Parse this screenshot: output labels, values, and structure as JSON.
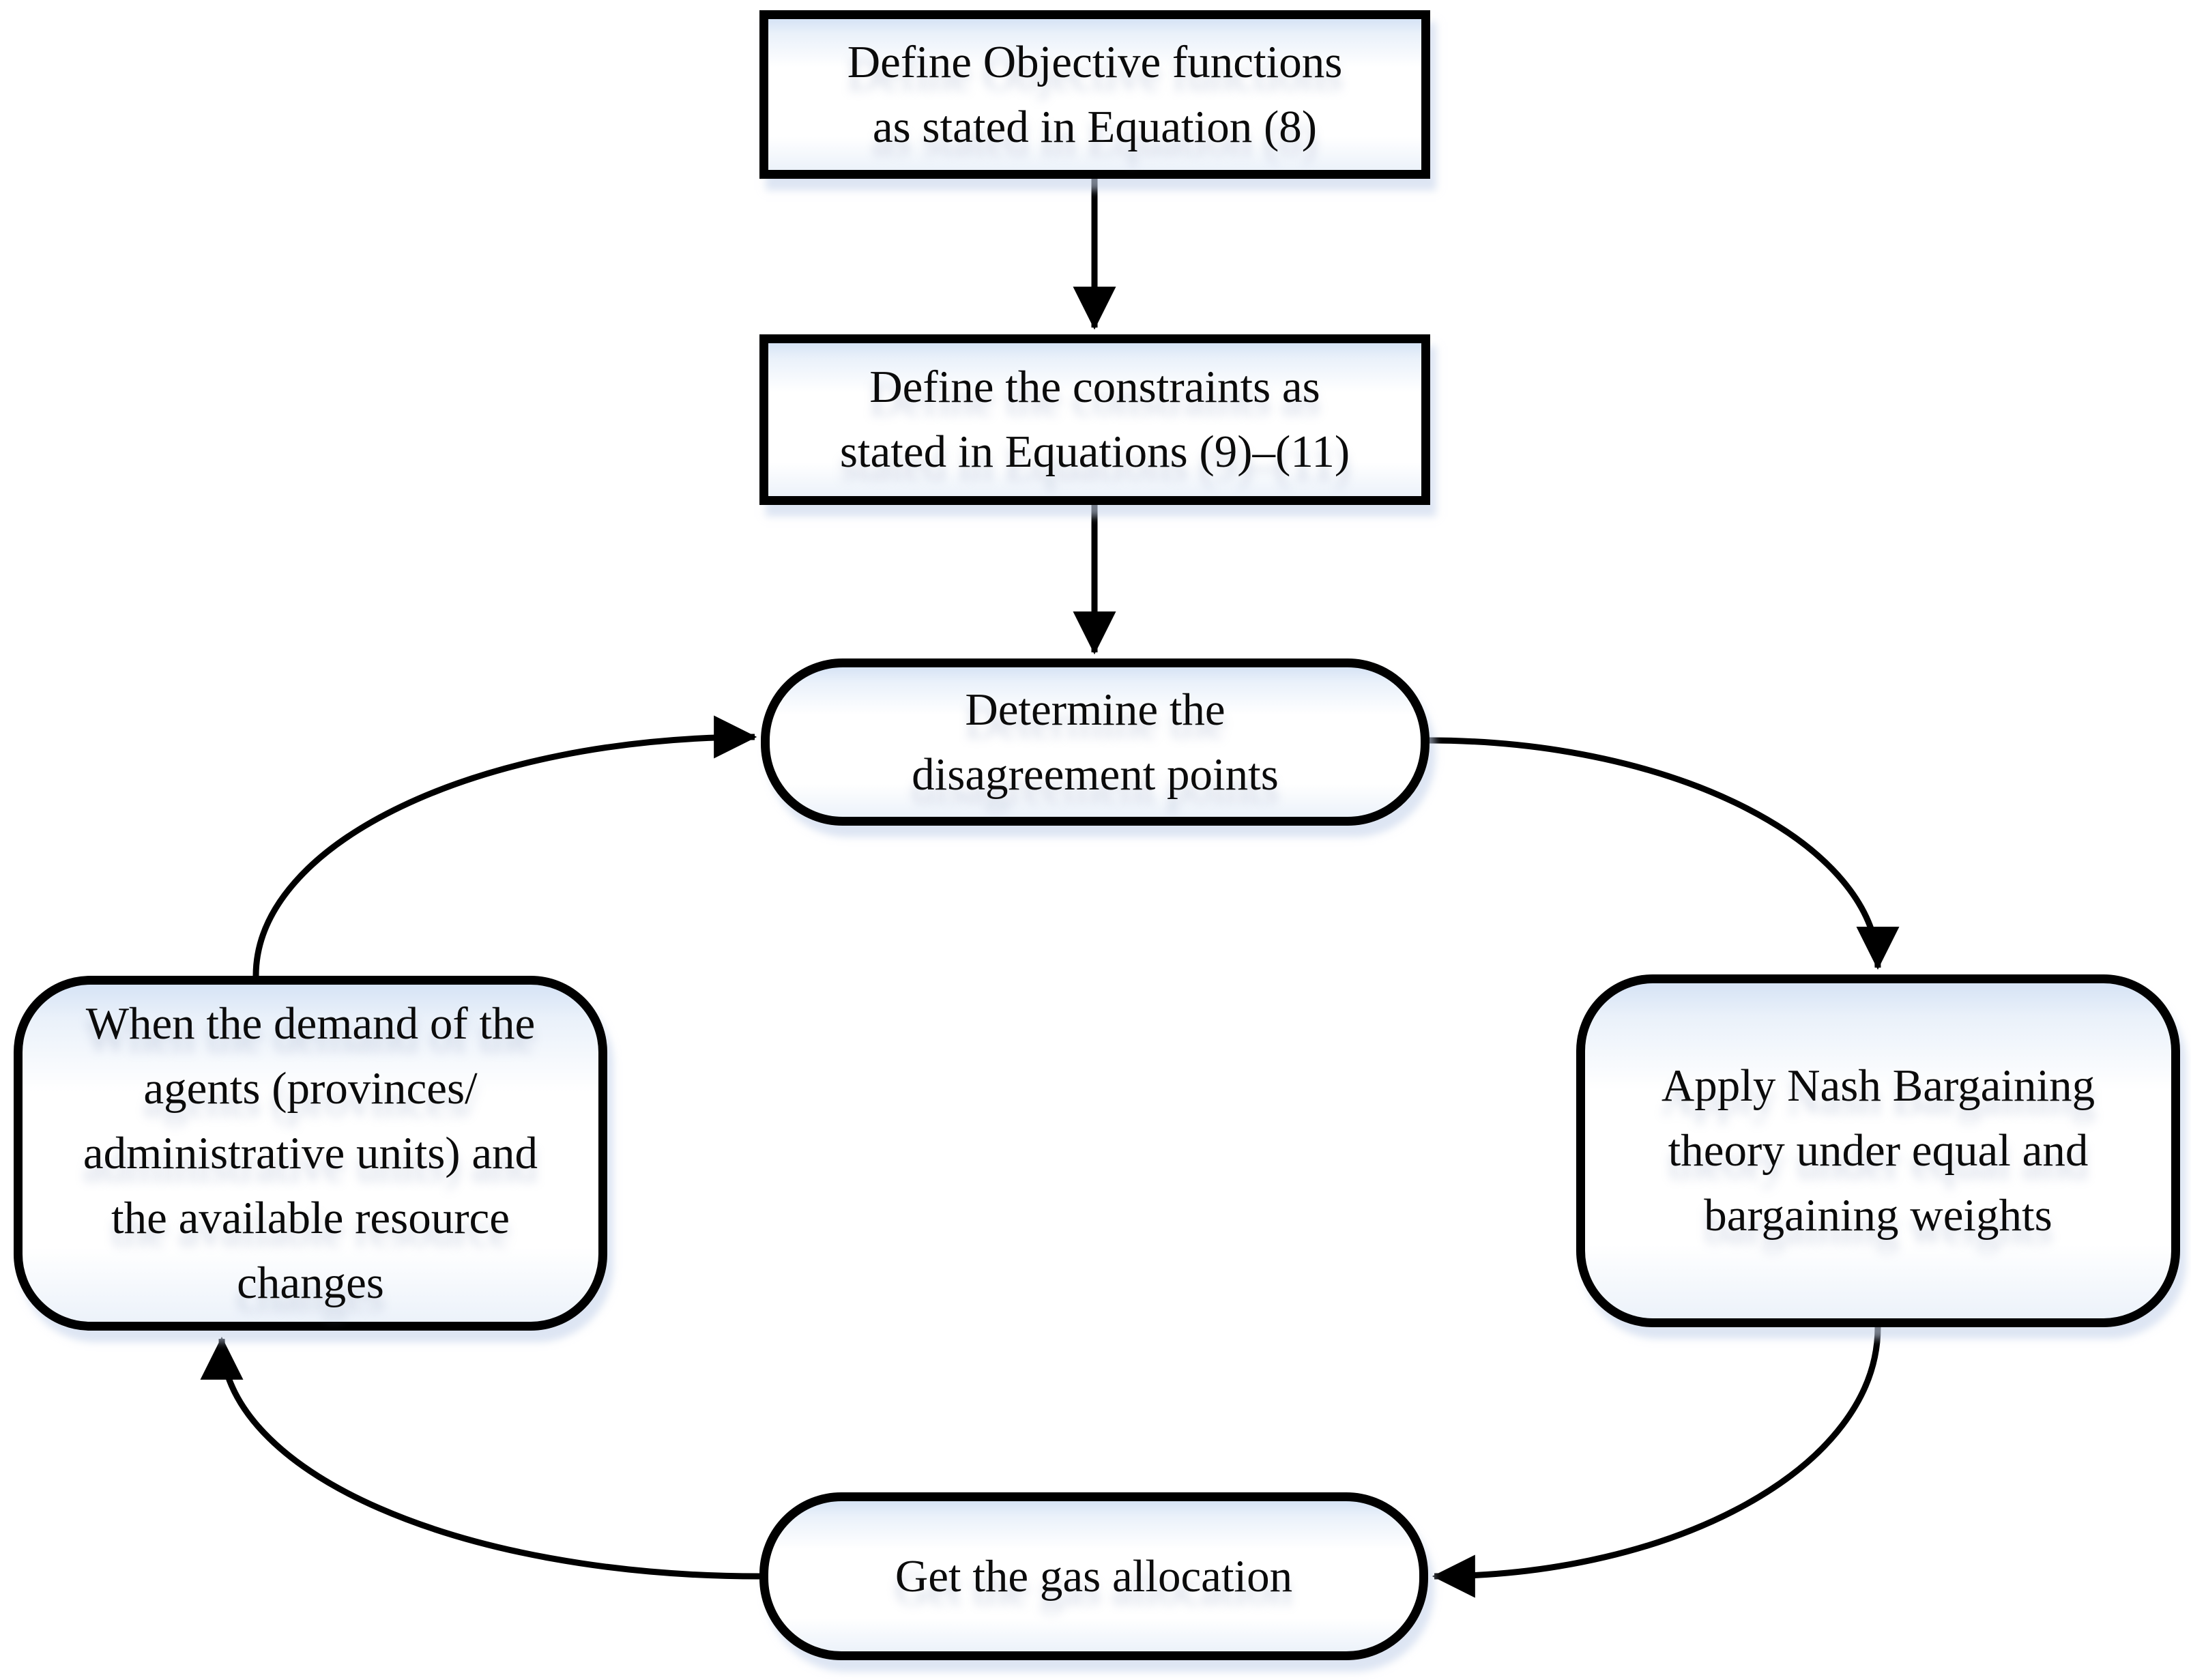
{
  "nodes": {
    "objective": {
      "lines": [
        "Define Objective functions",
        "as stated in Equation (8)"
      ]
    },
    "constraints": {
      "lines": [
        "Define the constraints as",
        "stated in Equations (9)–(11)"
      ]
    },
    "disagreement": {
      "lines": [
        "Determine the",
        "disagreement points"
      ]
    },
    "nash": {
      "lines": [
        "Apply Nash Bargaining",
        "theory under equal and",
        "bargaining weights"
      ]
    },
    "allocation": {
      "lines": [
        "Get the gas allocation"
      ]
    },
    "demand": {
      "lines": [
        "When the demand of the",
        "agents (provinces/",
        "administrative units) and",
        "the available resource",
        "changes"
      ]
    }
  },
  "colors": {
    "stroke": "#000000",
    "node_fill_top": "#d6e3f5",
    "node_fill_main": "#ffffff",
    "drop_shadow": "#c6d3e9",
    "text": "#0b0b0b",
    "background": "#ffffff"
  }
}
